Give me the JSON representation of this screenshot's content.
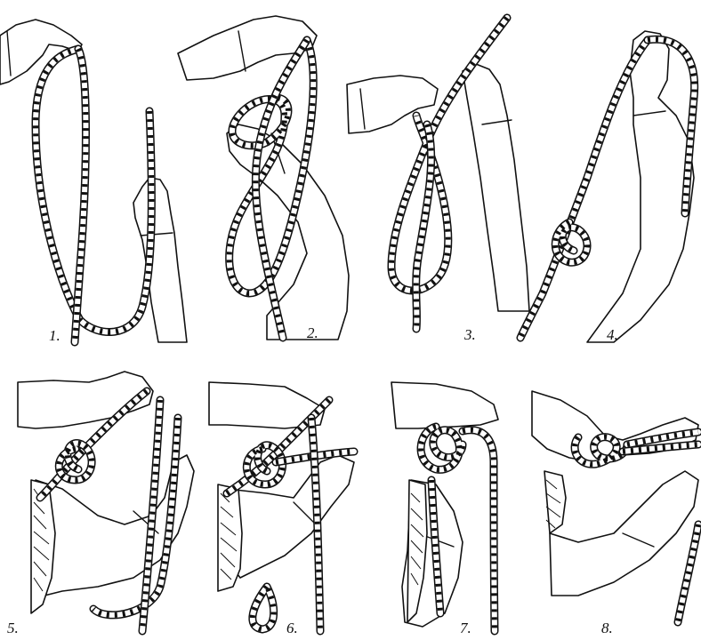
{
  "steps": [
    {
      "number": "1.",
      "rope_icon": "rope-loop-icon"
    },
    {
      "number": "2.",
      "rope_icon": "figure-eight-forming-icon"
    },
    {
      "number": "3.",
      "rope_icon": "figure-eight-loop-icon"
    },
    {
      "number": "4.",
      "rope_icon": "figure-eight-knot-icon"
    },
    {
      "number": "5.",
      "rope_icon": "rethread-start-icon"
    },
    {
      "number": "6.",
      "rope_icon": "rethread-follow-icon"
    },
    {
      "number": "7.",
      "rope_icon": "rethread-finish-icon"
    },
    {
      "number": "8.",
      "rope_icon": "knot-dressed-icon"
    }
  ],
  "colors": {
    "ink": "#111111",
    "paper": "#ffffff"
  }
}
